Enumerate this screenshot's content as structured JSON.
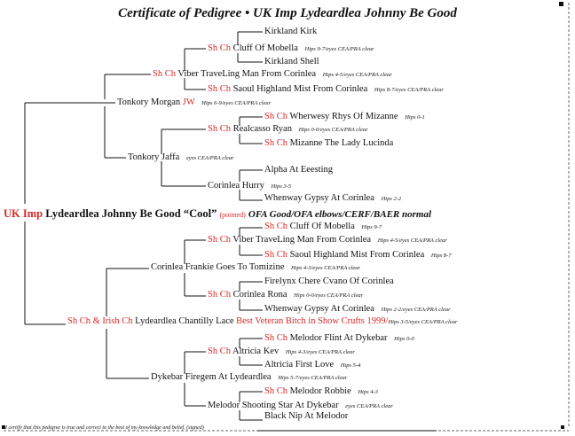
{
  "title": "Certificate of Pedigree • UK Imp Lydeardlea Johnny Be Good",
  "subject": {
    "prefix": "UK Imp",
    "name": "Lydeardlea Johnny Be Good",
    "call": "“Cool”",
    "pointed": "(pointed)",
    "health": "OFA Good/OFA elbows/CERF/BAER normal"
  },
  "sire": {
    "prefix": "",
    "name": "Tonkory Morgan",
    "suffix": "JW",
    "note": "Hips 6-9/eyes CEA/PRA clear",
    "sire": {
      "prefix": "Sh Ch",
      "name": "Viber TraveLing Man From Corinlea",
      "note": "Hips 4-5/eyes CEA/PRA clear",
      "sire": {
        "prefix": "Sh Ch",
        "name": "Cluff Of Mobella",
        "note": "Hips 9-7/eyes CEA/PRA clear",
        "sire": {
          "prefix": "",
          "name": "Kirkland Kirk",
          "note": ""
        },
        "dam": {
          "prefix": "",
          "name": "Kirkland Shell",
          "note": ""
        }
      },
      "dam": {
        "prefix": "Sh Ch",
        "name": "Saoul Highland Mist From Corinlea",
        "note": "Hips 8-7/eyes CEA/PRA clear"
      }
    },
    "dam": {
      "prefix": "",
      "name": "Tonkory Jaffa",
      "note": "eyes CEA/PRA clear",
      "sire": {
        "prefix": "Sh Ch",
        "name": "Realcasso Ryan",
        "note": "Hips 0-0/eyes CEA/PRA clear",
        "sire": {
          "prefix": "Sh Ch",
          "name": "Wherwesy Rhys Of Mizanne",
          "note": "Hips 0-1"
        },
        "dam": {
          "prefix": "Sh Ch",
          "name": "Mizanne The Lady Lucinda",
          "note": ""
        }
      },
      "dam": {
        "prefix": "",
        "name": "Corinlea Hurry",
        "note": "Hips 3-5",
        "sire": {
          "prefix": "",
          "name": "Alpha At Eeesting",
          "note": ""
        },
        "dam": {
          "prefix": "",
          "name": "Whenway Gypsy At Corinlea",
          "note": "Hips 2-2"
        }
      }
    }
  },
  "dam": {
    "prefix": "Sh Ch & Irish Ch",
    "name": "Lydeardlea Chantilly Lace",
    "award": "Best Veteran Bitch in Show Crufts 1999/",
    "note": "Hips 3-5/eyes CEA/PRA clear",
    "sire": {
      "prefix": "",
      "name": "Corinlea Frankie Goes To Tomizine",
      "note": "Hips 4-3/eyes CEA/PRA clear",
      "sire": {
        "prefix": "Sh Ch",
        "name": "Viber TraveLing Man From Corinlea",
        "note": "Hips 4-5/eyes CEA/PRA clear",
        "sire": {
          "prefix": "Sh Ch",
          "name": "Cluff Of Mobella",
          "note": "Hips 9-7"
        },
        "dam": {
          "prefix": "Sh Ch",
          "name": "Saoul Highland Mist From Corinlea",
          "note": "Hips 8-7"
        }
      },
      "dam": {
        "prefix": "Sh Ch",
        "name": "Corinlea Rona",
        "note": "Hips 0-0/eyes CEA/PRA clear",
        "sire": {
          "prefix": "",
          "name": "Firelynx Chere Cvano Of Corinlea",
          "note": ""
        },
        "dam": {
          "prefix": "",
          "name": "Whenway Gypsy At Corinlea",
          "note": "Hips 2-2/eyes CEA/PRA clear"
        }
      }
    },
    "dam": {
      "prefix": "",
      "name": "Dykebar Firegem At Lydeardlea",
      "note": "Hips 5-7/eyes CEA/PRA clear",
      "sire": {
        "prefix": "Sh Ch",
        "name": "Altricia Kev",
        "note": "Hips 4-3/eyes CEA/PRA clear",
        "sire": {
          "prefix": "Sh Ch",
          "name": "Melodor Flint At Dykebar",
          "note": "Hips 0-0"
        },
        "dam": {
          "prefix": "",
          "name": "Altricia First Love",
          "note": "Hips 5-4"
        }
      },
      "dam": {
        "prefix": "",
        "name": "Melodor Shooting Star At Dykebar",
        "note": "eyes CEA/PRA clear",
        "sire": {
          "prefix": "Sh Ch",
          "name": "Melodor Robbie",
          "note": "Hips 4-3"
        },
        "dam": {
          "prefix": "",
          "name": "Black Nip At Melodor",
          "note": ""
        }
      }
    }
  },
  "footer": "I certify that this pedigree is true and correct to the best of my knowledge and belief. (signed)"
}
